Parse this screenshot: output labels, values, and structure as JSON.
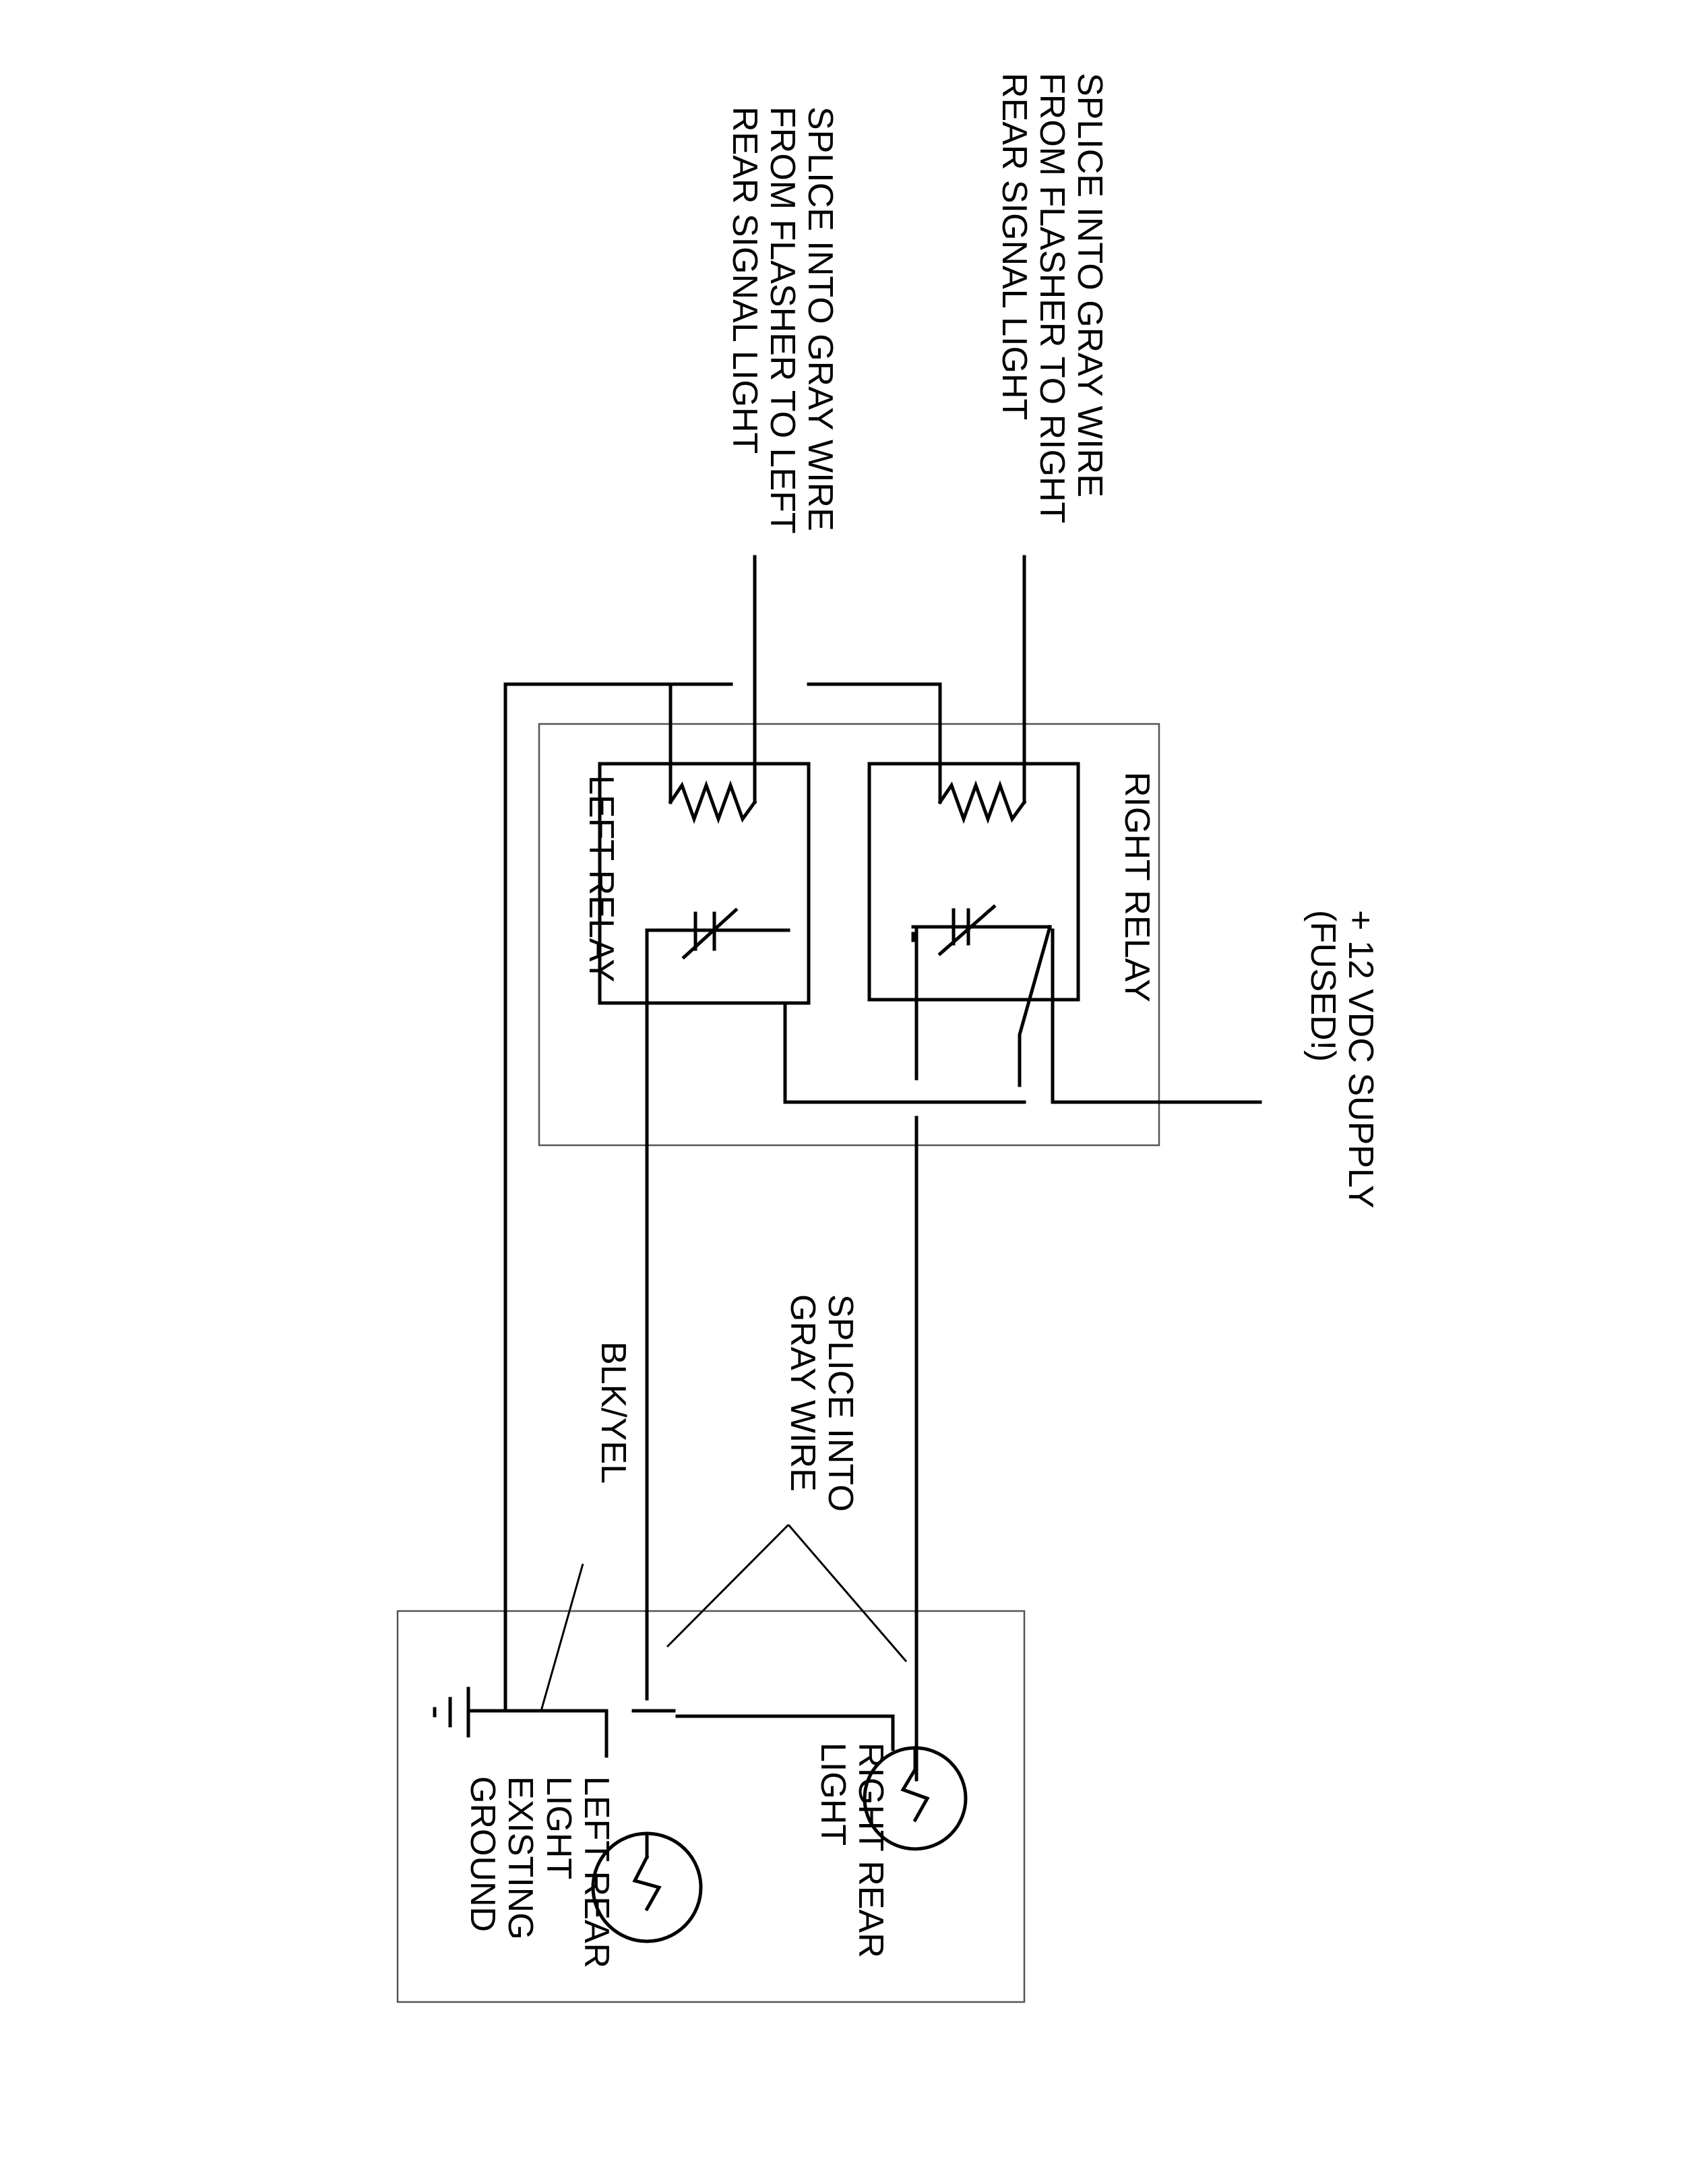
{
  "labels": {
    "splice_right": [
      "SPLICE INTO GRAY WIRE",
      "FROM FLASHER TO RIGHT",
      "REAR SIGNAL LIGHT"
    ],
    "splice_left": [
      "SPLICE INTO GRAY WIRE",
      "FROM FLASHER TO LEFT",
      "REAR SIGNAL LIGHT"
    ],
    "supply": [
      "+ 12 VDC SUPPLY",
      "(FUSED!)"
    ],
    "right_relay": "RIGHT RELAY",
    "left_relay": "LEFT RELAY",
    "splice_gray": [
      "SPLICE INTO",
      "GRAY WIRE"
    ],
    "blk_yel": "BLK/YEL",
    "right_rear_light": [
      "RIGHT REAR",
      "LIGHT"
    ],
    "left_rear_light": [
      "LEFT REAR",
      "LIGHT"
    ],
    "existing_ground": [
      "EXISTING",
      "GROUND"
    ]
  }
}
